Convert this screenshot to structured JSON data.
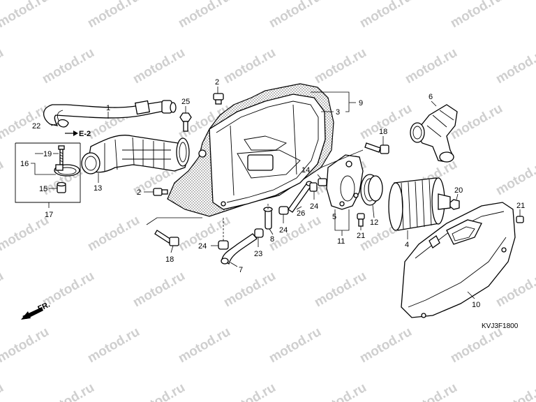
{
  "watermark": "motod.ru",
  "diagram_code": "KVJ3F1800",
  "reference": "E-2",
  "direction_label": "FR.",
  "callouts": [
    "1",
    "2",
    "2",
    "3",
    "4",
    "5",
    "6",
    "7",
    "8",
    "9",
    "10",
    "11",
    "12",
    "13",
    "14",
    "15",
    "16",
    "17",
    "18",
    "18",
    "19",
    "20",
    "21",
    "21",
    "22",
    "23",
    "24",
    "24",
    "24",
    "25",
    "26"
  ]
}
